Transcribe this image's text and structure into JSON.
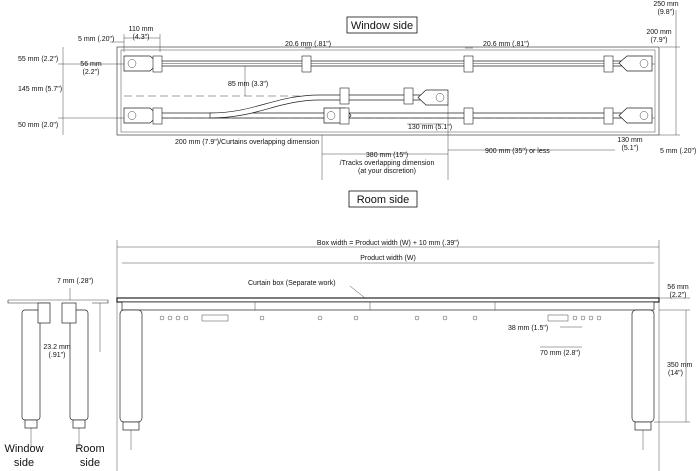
{
  "top_view": {
    "window_side": "Window side",
    "room_side": "Room side",
    "dims": {
      "d110": "110 mm",
      "d110_in": "(4.3\")",
      "d5_left": "5 mm (.20\")",
      "d206_left": "20.6 mm (.81\")",
      "d206_right": "20.6 mm (.81\")",
      "d250": "250 mm",
      "d250_in": "(9.8\")",
      "d200": "200 mm",
      "d200_in": "(7.9\")",
      "d55": "55 mm (2.2\")",
      "d56": "56 mm",
      "d56_in": "(2.2\")",
      "d85": "85 mm (3.3\")",
      "d145": "145 mm (5.7\")",
      "d50": "50 mm (2.0\")",
      "d130_mid": "130 mm (5.1\")",
      "d200_overlap": "200 mm (7.9\")/Curtains overlapping dimension",
      "d380": "380 mm (15\")",
      "d380_note1": "/Tracks overlapping dimension",
      "d380_note2": "(at your discretion)",
      "d900": "900 mm (35\") or less",
      "d130_right": "130 mm",
      "d130_right_in": "(5.1\")",
      "d5_right": "5 mm (.20\")"
    }
  },
  "front_view": {
    "box_width": "Box width = Product width (W) + 10 mm (.39\")",
    "product_width": "Product width (W)",
    "curtain_box": "Curtain box (Separate work)",
    "d7": "7 mm (.28\")",
    "d56": "56 mm",
    "d56_in": "(2.2\")",
    "d232": "23.2 mm",
    "d232_in": "(.91\")",
    "d38": "38 mm (1.5\")",
    "d70": "70 mm (2.8\")",
    "d350": "350 mm",
    "d350_in": "(14\")",
    "window_side_line1": "Window",
    "window_side_line2": "side",
    "room_side_line1": "Room",
    "room_side_line2": "side"
  }
}
